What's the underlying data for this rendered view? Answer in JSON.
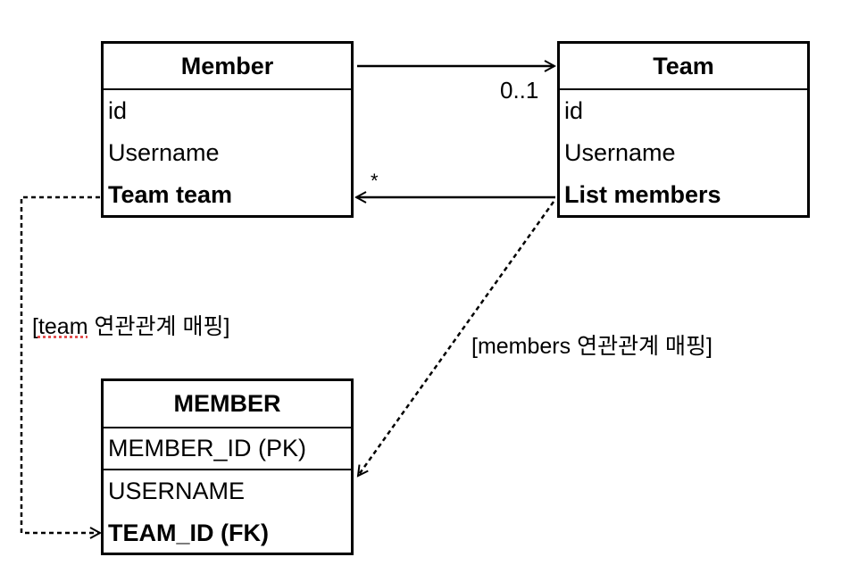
{
  "member_class": {
    "title": "Member",
    "fields": [
      "id",
      "Username",
      "Team team"
    ]
  },
  "team_class": {
    "title": "Team",
    "fields": [
      "id",
      "Username",
      "List members"
    ]
  },
  "member_table": {
    "title": "MEMBER",
    "columns": [
      "MEMBER_ID (PK)",
      "USERNAME",
      "TEAM_ID (FK)"
    ]
  },
  "multiplicities": {
    "member_to_team": "0..1",
    "team_to_member": "*"
  },
  "mapping_labels": {
    "team_prefix": "[",
    "team_word": "team",
    "team_rest": " 연관관계 매핑]",
    "members": "[members 연관관계 매핑]"
  }
}
